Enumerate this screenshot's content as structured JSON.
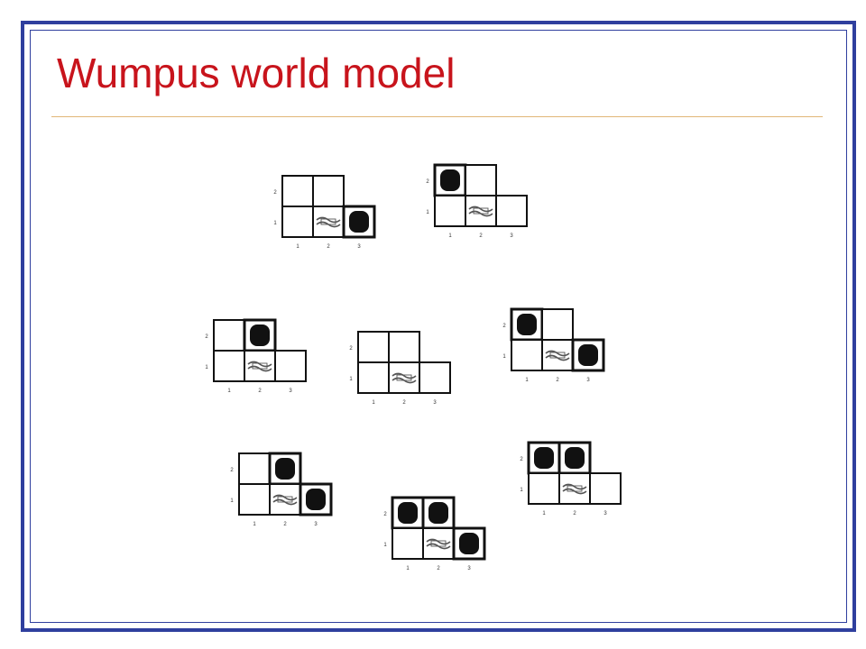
{
  "slide": {
    "title": "Wumpus world model"
  },
  "models": {
    "row_labels": [
      "1",
      "2"
    ],
    "col_labels": [
      "1",
      "2",
      "3"
    ],
    "items": [
      {
        "pits": [
          [
            3,
            1
          ]
        ]
      },
      {
        "pits": [
          [
            1,
            2
          ]
        ]
      },
      {
        "pits": [
          [
            2,
            2
          ]
        ]
      },
      {
        "pits": []
      },
      {
        "pits": [
          [
            1,
            2
          ],
          [
            3,
            1
          ]
        ]
      },
      {
        "pits": [
          [
            2,
            2
          ],
          [
            3,
            1
          ]
        ]
      },
      {
        "pits": [
          [
            1,
            2
          ],
          [
            2,
            2
          ],
          [
            3,
            1
          ]
        ]
      },
      {
        "pits": [
          [
            1,
            2
          ],
          [
            2,
            2
          ]
        ]
      }
    ],
    "colors": {
      "grid_line": "#111111",
      "pit": "#111111",
      "breeze": "#555555"
    }
  }
}
